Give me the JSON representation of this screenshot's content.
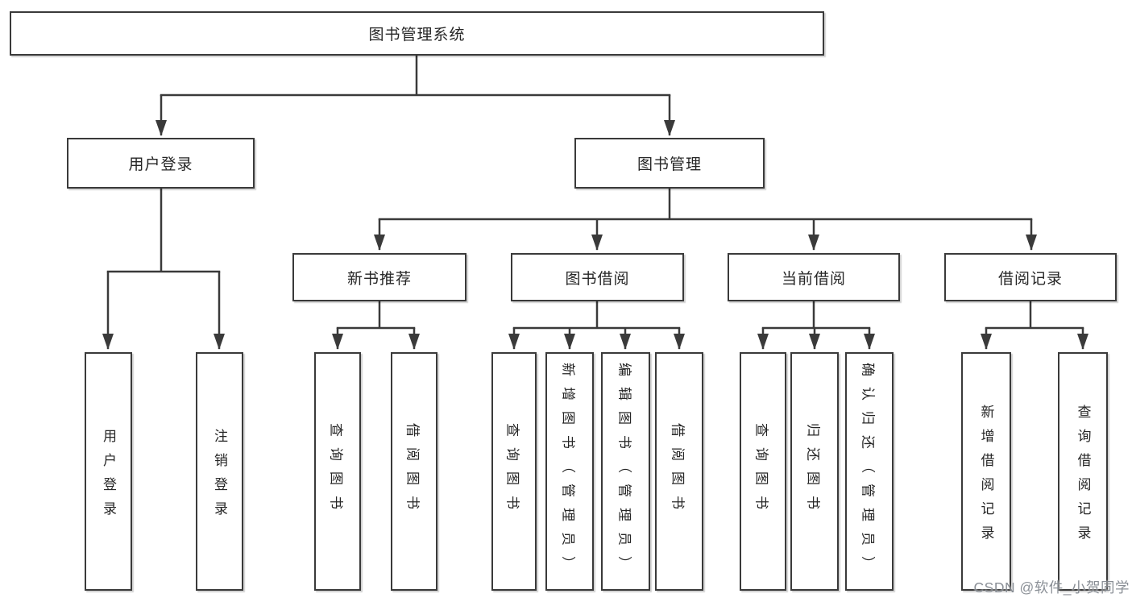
{
  "nodes": {
    "root": "图书管理系统",
    "user_login": "用户登录",
    "book_mgmt": "图书管理",
    "new_book_rec": "新书推荐",
    "book_borrow": "图书借阅",
    "current_borrow": "当前借阅",
    "borrow_record": "借阅记录",
    "leaf_user_login": "用户登录",
    "leaf_logout": "注销登录",
    "leaf_nbr_query": "查询图书",
    "leaf_nbr_borrow": "借阅图书",
    "leaf_bb_query": "查询图书",
    "leaf_bb_add": "新增图书（管理员）",
    "leaf_bb_edit": "编辑图书（管理员）",
    "leaf_bb_borrow": "借阅图书",
    "leaf_cb_query": "查询图书",
    "leaf_cb_return": "归还图书",
    "leaf_cb_confirm": "确认归还（管理员）",
    "leaf_br_add": "新增借阅记录",
    "leaf_br_query": "查询借阅记录"
  },
  "watermark": "CSDN @软件_小贺同学",
  "colors": {
    "line": "#3a3a3a",
    "text": "#262626",
    "box_background": "#ffffff",
    "watermark": "#7d838b",
    "page_background": "#ffffff"
  }
}
